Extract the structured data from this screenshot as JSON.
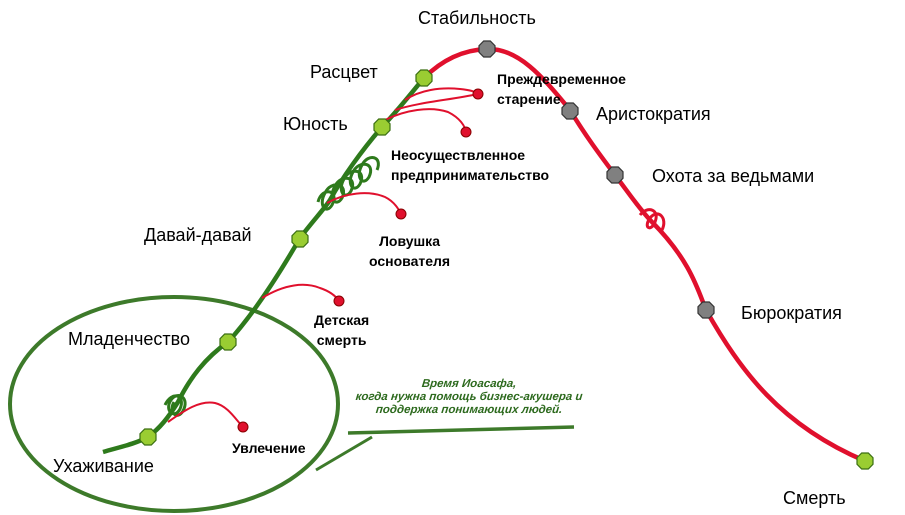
{
  "stages": {
    "stability": "Стабильность",
    "prime": "Расцвет",
    "adolescence": "Юность",
    "go_go": "Давай-давай",
    "infancy": "Младенчество",
    "courtship": "Ухаживание",
    "aristocracy": "Аристократия",
    "witch_hunt": "Охота за ведьмами",
    "bureaucracy": "Бюрократия",
    "death": "Смерть"
  },
  "traps": {
    "premature_aging": [
      "Преждевременное",
      "старение"
    ],
    "unfulfilled": [
      "Неосуществленное",
      "предпринимательство"
    ],
    "founder_trap": [
      "Ловушка",
      "основателя"
    ],
    "infant_death": [
      "Детская",
      "смерть"
    ],
    "affair": "Увлечение"
  },
  "note": {
    "line1": "Время Иоасафа,",
    "line2": "когда нужна помощь бизнес-акушера и",
    "line3": "поддержка понимающих людей."
  },
  "colors": {
    "growth": "#2e7a1c",
    "decline": "#e0102d",
    "growth_marker": "#9acd32",
    "decline_marker": "#808080",
    "ellipse": "#3d7a2a"
  }
}
